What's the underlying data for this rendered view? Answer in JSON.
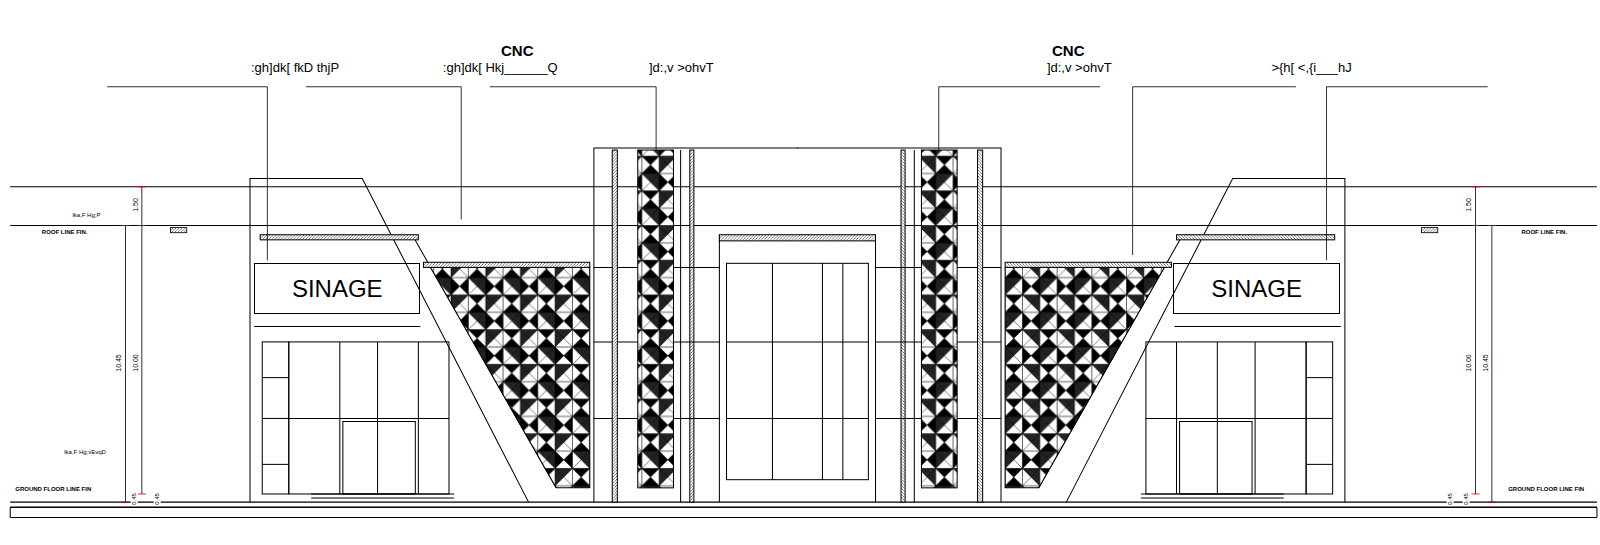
{
  "diagram": {
    "nodes": [
      {
        "text": [
          "SINAGE"
        ]
      },
      {
        "text": [
          "SINAGE"
        ]
      }
    ],
    "labels": [
      ":gh]dk[ fkD thjP",
      ":gh]dk[ Hkj______Q",
      "CNC",
      "]d:,v >ohvT",
      "CNC",
      "]d:,v >ohvT",
      ">{h[ <,{i___hJ",
      "ROOF LINE FIN.",
      "ROOF LINE FIN.",
      "GROUND FLOOR LINE FIN",
      "GROUND FLOOR LINE FIN",
      "lka,F Hg;P",
      "lka,F Hg;vEvqD",
      "1.50",
      "10.45",
      "10.00",
      "0.45",
      "0.45",
      "1.50",
      "10.00",
      "10.45",
      "0.45",
      "0.45"
    ]
  }
}
